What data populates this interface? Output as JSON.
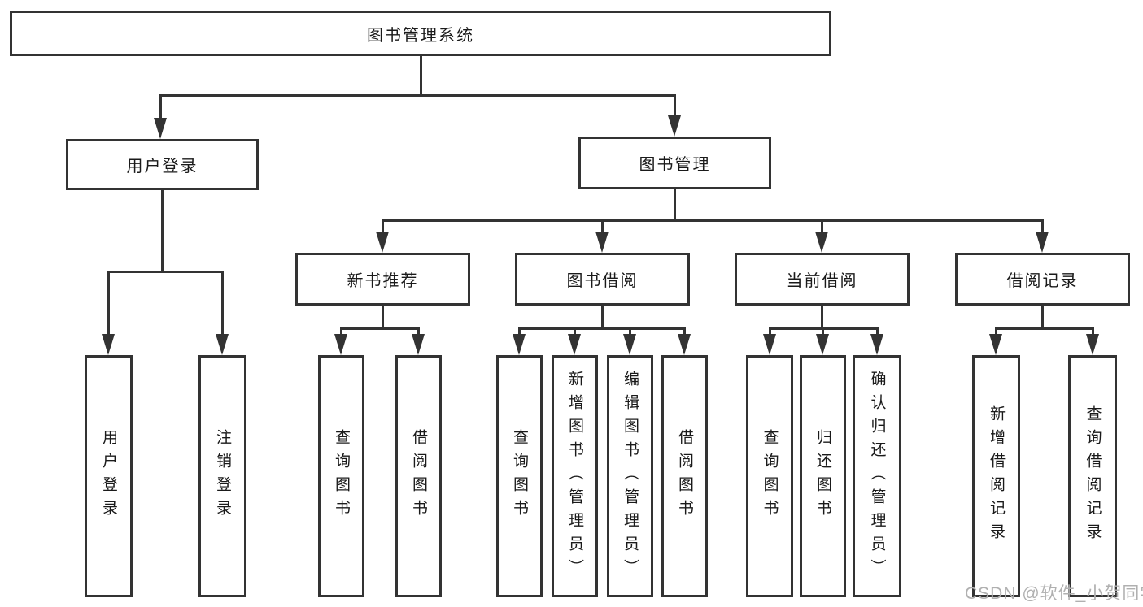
{
  "diagram": {
    "root": {
      "label": "图书管理系统"
    },
    "level2": [
      {
        "label": "用户登录"
      },
      {
        "label": "图书管理"
      }
    ],
    "level3": [
      {
        "label": "新书推荐"
      },
      {
        "label": "图书借阅"
      },
      {
        "label": "当前借阅"
      },
      {
        "label": "借阅记录"
      }
    ],
    "leaves": {
      "user_login": [
        "用户登录",
        "注销登录"
      ],
      "new_books": [
        "查询图书",
        "借阅图书"
      ],
      "book_borrow": [
        "查询图书",
        "新增图书（管理员）",
        "编辑图书（管理员）",
        "借阅图书"
      ],
      "current_borrow": [
        "查询图书",
        "归还图书",
        "确认归还（管理员）"
      ],
      "borrow_records": [
        "新增借阅记录",
        "查询借阅记录"
      ]
    }
  },
  "watermark": "CSDN @软件_小贺同学",
  "colors": {
    "line": "#333333",
    "box_background": "#ffffff",
    "text": "#1a1a1a",
    "watermark": "#b0b0b0"
  }
}
